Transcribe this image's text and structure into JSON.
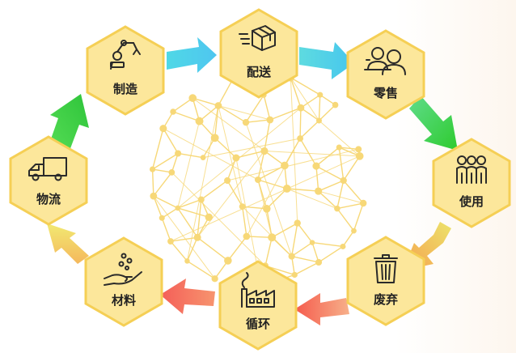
{
  "colors": {
    "hex_fill": "#fce79b",
    "hex_stroke": "#f5cf55",
    "network": "#f7d878",
    "icon": "#2a2a2a",
    "arrow_cyan": "#4fd8e6",
    "arrow_green": "#3ccf3c",
    "arrow_orange": "#f7b44a",
    "arrow_red": "#f4655a",
    "arrow_yellow": "#f2ea72"
  },
  "stages": [
    {
      "id": "manufacturing",
      "label": "制造",
      "icon": "robot-arm-icon"
    },
    {
      "id": "delivery",
      "label": "配送",
      "icon": "package-icon"
    },
    {
      "id": "retail",
      "label": "零售",
      "icon": "salesperson-icon"
    },
    {
      "id": "use",
      "label": "使用",
      "icon": "people-icon"
    },
    {
      "id": "disposal",
      "label": "废弃",
      "icon": "trash-bin-icon"
    },
    {
      "id": "recycling",
      "label": "循环",
      "icon": "factory-icon"
    },
    {
      "id": "materials",
      "label": "材料",
      "icon": "hand-seeds-icon"
    },
    {
      "id": "logistics",
      "label": "物流",
      "icon": "truck-icon"
    }
  ]
}
